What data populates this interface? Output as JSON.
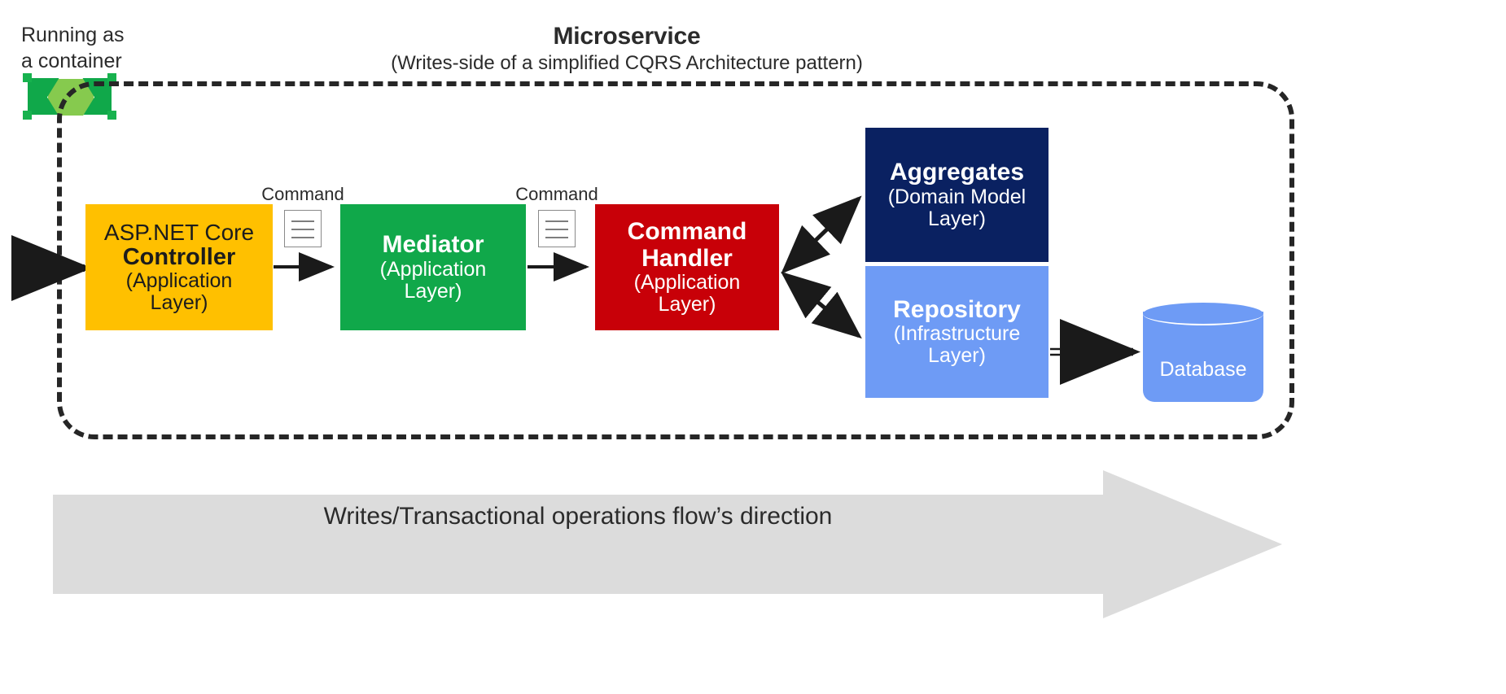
{
  "diagram": {
    "container_note": "Running as\na container",
    "microservice": {
      "title": "Microservice",
      "subtitle": "(Writes-side of a simplified CQRS Architecture pattern)"
    },
    "nodes": [
      {
        "id": "controller",
        "line1": "ASP.NET Core",
        "title": "Controller",
        "sub": "(Application\nLayer)",
        "color": "#ffc000",
        "text_color": "#1c1c1c"
      },
      {
        "id": "mediator",
        "title": "Mediator",
        "sub": "(Application\nLayer)",
        "color": "#10a84a",
        "text_color": "#ffffff"
      },
      {
        "id": "command-handler",
        "title": "Command\nHandler",
        "sub": "(Application\nLayer)",
        "color": "#c80008",
        "text_color": "#ffffff"
      },
      {
        "id": "aggregates",
        "title": "Aggregates",
        "sub": "(Domain Model\nLayer)",
        "color": "#0a2161",
        "text_color": "#ffffff"
      },
      {
        "id": "repository",
        "title": "Repository",
        "sub": "(Infrastructure\nLayer)",
        "color": "#6e9bf5",
        "text_color": "#ffffff"
      }
    ],
    "database": {
      "label": "Database",
      "color": "#6e9bf5"
    },
    "command_labels": [
      "Command",
      "Command"
    ],
    "flow_banner": {
      "text": "Writes/Transactional operations flow’s direction",
      "color": "#dcdcdc"
    },
    "icons": {
      "container": "container-icon",
      "command": "command-document-icon",
      "database": "database-cylinder-icon"
    }
  }
}
